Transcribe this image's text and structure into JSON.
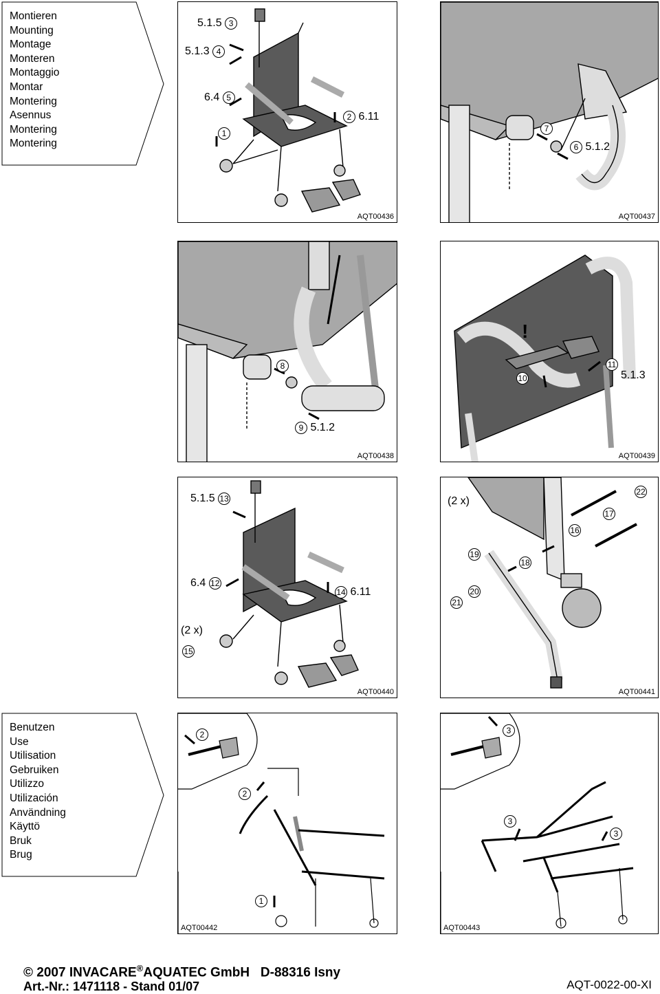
{
  "mounting_langs": [
    "Montieren",
    "Mounting",
    "Montage",
    "Monteren",
    "Montaggio",
    "Montar",
    "Montering",
    "Asennus",
    "Montering",
    "Montering"
  ],
  "use_langs": [
    "Benutzen",
    "Use",
    "Utilisation",
    "Gebruiken",
    "Utilizzo",
    "Utilización",
    "Användning",
    "Käyttö",
    "Bruk",
    "Brug"
  ],
  "panels": {
    "p436": {
      "code": "AQT00436",
      "labels": {
        "s515": "5.1.5",
        "n3": "3",
        "s513": "5.1.3",
        "n4": "4",
        "s64": "6.4",
        "n5": "5",
        "n1": "1",
        "n2": "2",
        "s611": "6.11"
      }
    },
    "p437": {
      "code": "AQT00437",
      "labels": {
        "n7": "7",
        "n6": "6",
        "s512": "5.1.2"
      }
    },
    "p438": {
      "code": "AQT00438",
      "labels": {
        "n8": "8",
        "n9": "9",
        "s512": "5.1.2"
      }
    },
    "p439": {
      "code": "AQT00439",
      "labels": {
        "n10": "10",
        "n11": "11",
        "s513": "5.1.3"
      }
    },
    "p440": {
      "code": "AQT00440",
      "labels": {
        "s515": "5.1.5",
        "n13": "13",
        "s64": "6.4",
        "n12": "12",
        "n14": "14",
        "s611": "6.11",
        "x2": "(2 x)",
        "n15": "15"
      }
    },
    "p441": {
      "code": "AQT00441",
      "labels": {
        "x2": "(2 x)",
        "n22": "22",
        "n17": "17",
        "n16": "16",
        "n19": "19",
        "n18": "18",
        "n20": "20",
        "n21": "21"
      }
    },
    "p442": {
      "code": "AQT00442",
      "labels": {
        "n2a": "2",
        "n2b": "2",
        "n1": "1"
      }
    },
    "p443": {
      "code": "AQT00443",
      "labels": {
        "n3a": "3",
        "n3b": "3",
        "n3c": "3"
      }
    }
  },
  "footer": {
    "copyright": "© 2007 INVACARE",
    "registered": "®",
    "company": "AQUATEC GmbH",
    "location": "D-88316 Isny",
    "article": "Art.-Nr.: 1471118 - Stand 01/07",
    "doc_code": "AQT-0022-00-XI"
  }
}
